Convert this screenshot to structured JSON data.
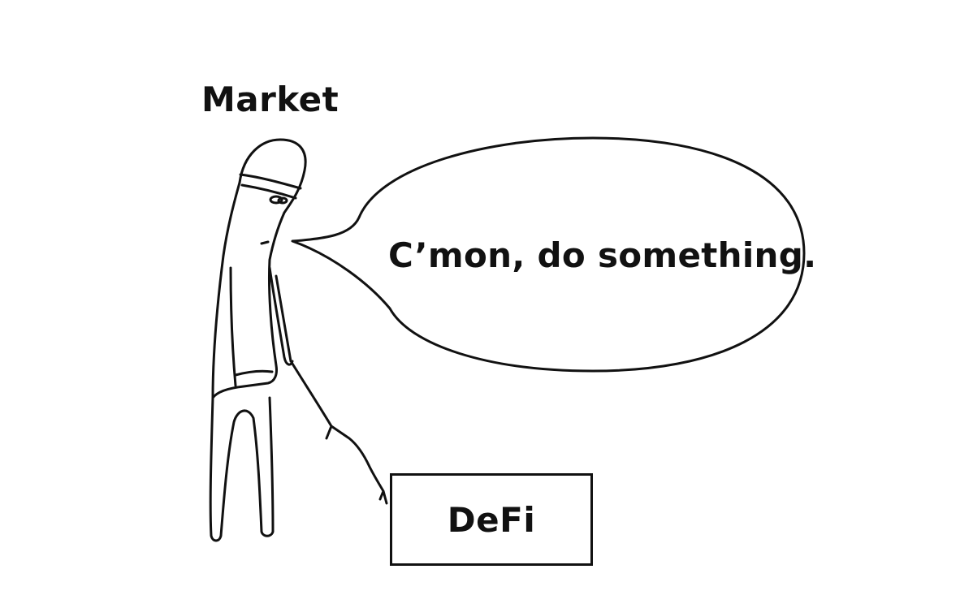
{
  "figure": {
    "label": "Market"
  },
  "speech_bubble": {
    "text": "C’mon, do something."
  },
  "box": {
    "label": "DeFi"
  },
  "colors": {
    "ink": "#111111",
    "background": "#ffffff"
  }
}
